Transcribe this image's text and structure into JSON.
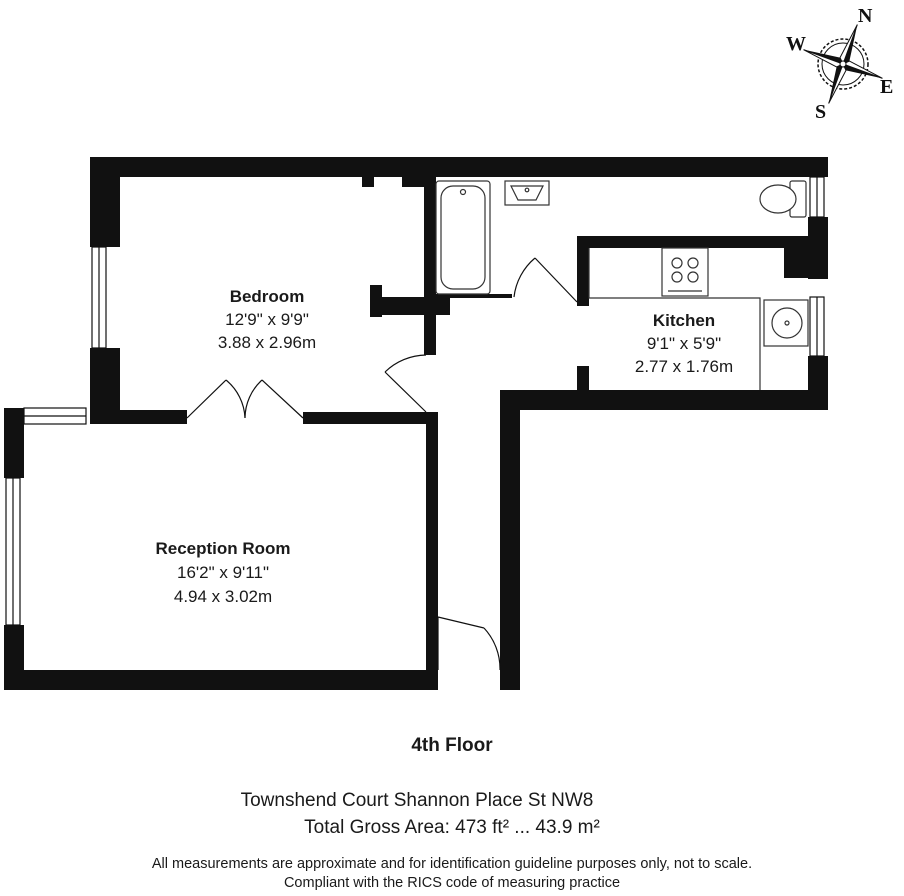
{
  "compass": {
    "north": "N",
    "south": "S",
    "east": "E",
    "west": "W"
  },
  "rooms": {
    "bedroom": {
      "name": "Bedroom",
      "imperial": "12'9\" x 9'9\"",
      "metric": "3.88 x 2.96m"
    },
    "kitchen": {
      "name": "Kitchen",
      "imperial": "9'1\" x 5'9\"",
      "metric": "2.77 x 1.76m"
    },
    "reception": {
      "name": "Reception Room",
      "imperial": "16'2\" x 9'11\"",
      "metric": "4.94 x 3.02m"
    }
  },
  "floor_label": "4th Floor",
  "address": "Townshend Court Shannon Place St NW8",
  "total_area": "Total Gross Area: 473 ft² ... 43.9 m²",
  "disclaimer_line1": "All measurements are approximate and for identification guideline purposes only, not to scale.",
  "disclaimer_line2": "Compliant with the RICS code of measuring practice",
  "colors": {
    "wall": "#111111",
    "background": "#ffffff",
    "fixture_stroke": "#333333"
  }
}
